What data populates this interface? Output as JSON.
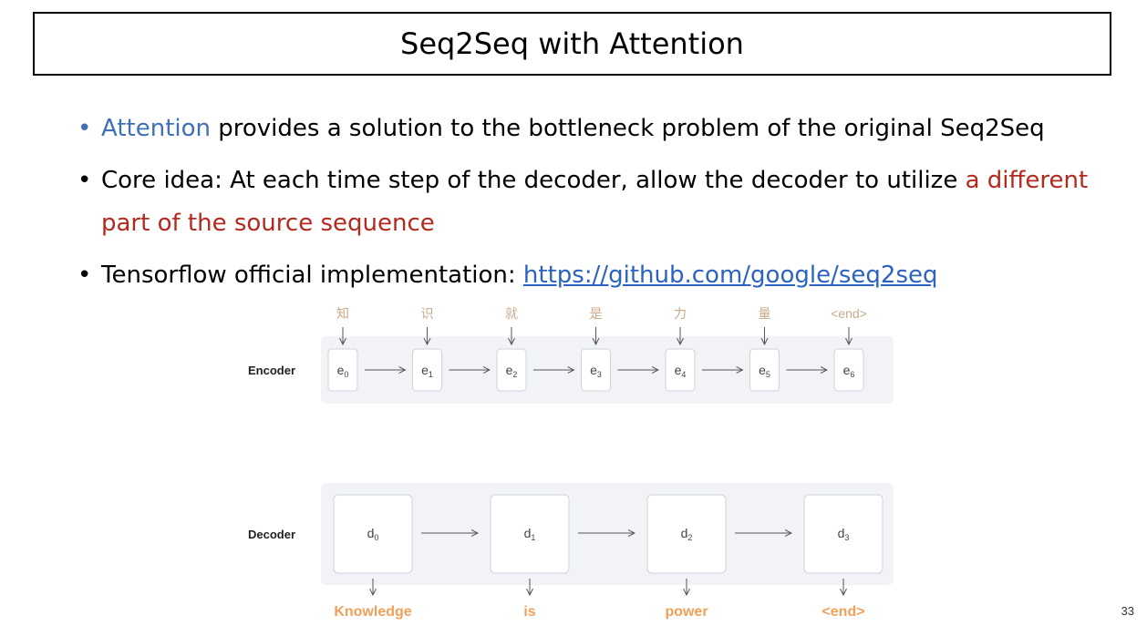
{
  "slide": {
    "title": "Seq2Seq with Attention",
    "page_number": "33"
  },
  "bullets": [
    {
      "parts": [
        {
          "text": "Attention",
          "style": "blue"
        },
        {
          "text": " provides a solution to the bottleneck problem of the original Seq2Seq",
          "style": "normal"
        }
      ]
    },
    {
      "parts": [
        {
          "text": "Core idea: At each time step of the decoder, allow the decoder to utilize ",
          "style": "normal"
        },
        {
          "text": "a different part of the source sequence",
          "style": "red"
        }
      ]
    },
    {
      "parts": [
        {
          "text": "Tensorflow official implementation: ",
          "style": "normal"
        },
        {
          "text": "https://github.com/google/seq2seq",
          "style": "link"
        }
      ]
    }
  ],
  "diagram": {
    "encoder_label": "Encoder",
    "decoder_label": "Decoder",
    "source_tokens": [
      "知",
      "识",
      "就",
      "是",
      "力",
      "量",
      "<end>"
    ],
    "encoder_nodes": [
      "e0",
      "e1",
      "e2",
      "e3",
      "e4",
      "e5",
      "e6"
    ],
    "decoder_nodes": [
      "d0",
      "d1",
      "d2",
      "d3"
    ],
    "output_tokens": [
      "Knowledge",
      "is",
      "power",
      "<end>"
    ],
    "colors": {
      "source": "#c8a98a",
      "output": "#f0a05a",
      "panel": "#f1f3f6",
      "node_border": "#cfd3d8"
    }
  }
}
